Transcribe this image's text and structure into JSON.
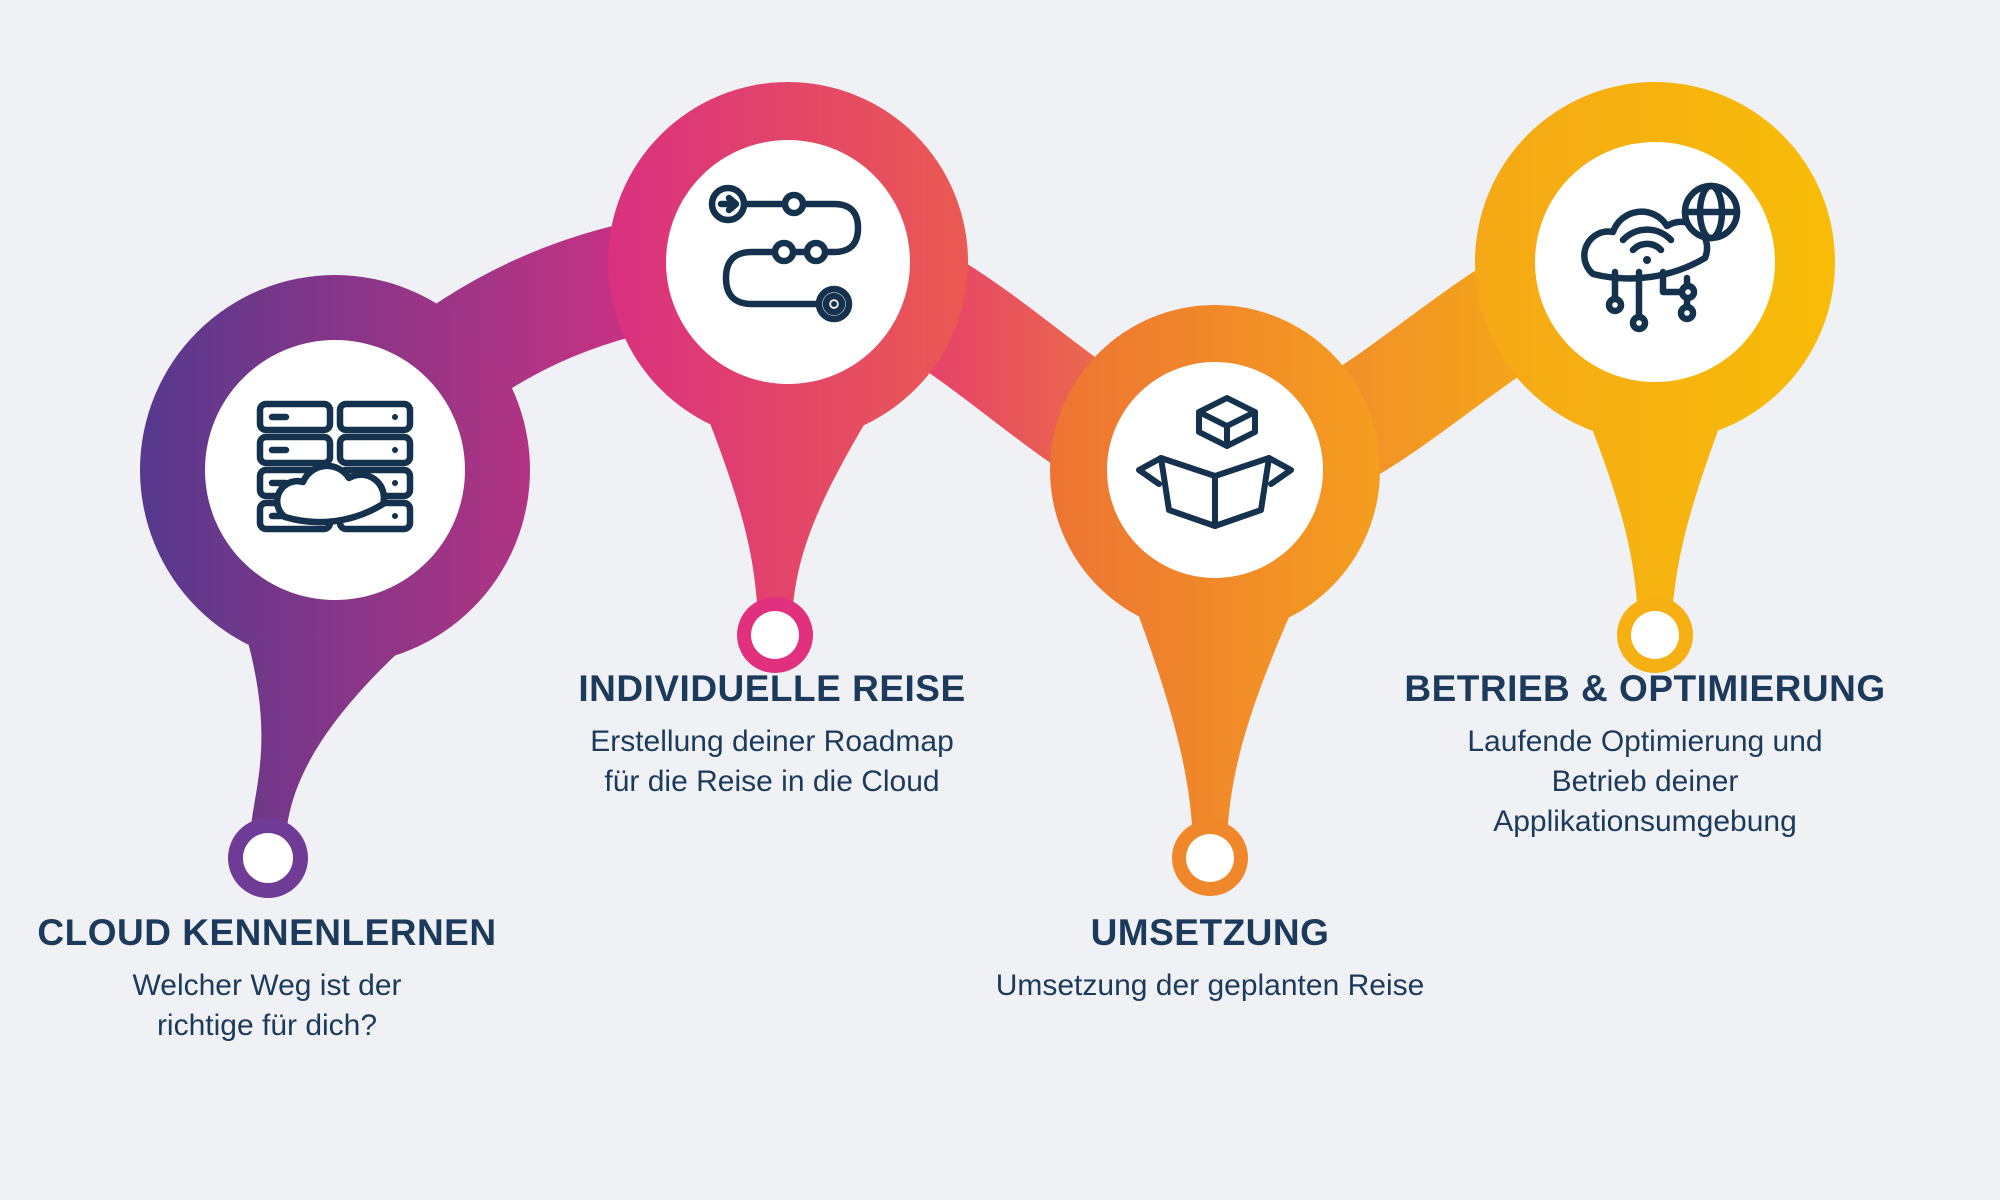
{
  "diagram": {
    "background_color": "#eff1f4",
    "text_color": "#1b3a5c",
    "icon_color": "#14324e",
    "steps": [
      {
        "title": "CLOUD KENNENLERNEN",
        "description": "Welcher Weg ist der\nrichtige für dich?",
        "icon": "server-cloud-icon",
        "color_start": "#56398e",
        "color_end": "#b23383",
        "dot_color": "#6f3b96"
      },
      {
        "title": "INDIVIDUELLE REISE",
        "description": "Erstellung deiner Roadmap\nfür die Reise in die Cloud",
        "icon": "roadmap-icon",
        "color_start": "#da3080",
        "color_end": "#eb5a52",
        "dot_color": "#e1317e"
      },
      {
        "title": "UMSETZUNG",
        "description": "Umsetzung der geplanten Reise",
        "icon": "open-box-icon",
        "color_start": "#ed7434",
        "color_end": "#f49e1e",
        "dot_color": "#f0882b"
      },
      {
        "title": "BETRIEB & OPTIMIERUNG",
        "description": "Laufende Optimierung und\nBetrieb deiner\nApplikationsumgebung",
        "icon": "cloud-network-icon",
        "color_start": "#f5a816",
        "color_end": "#f8bd08",
        "dot_color": "#f6b013"
      }
    ]
  }
}
